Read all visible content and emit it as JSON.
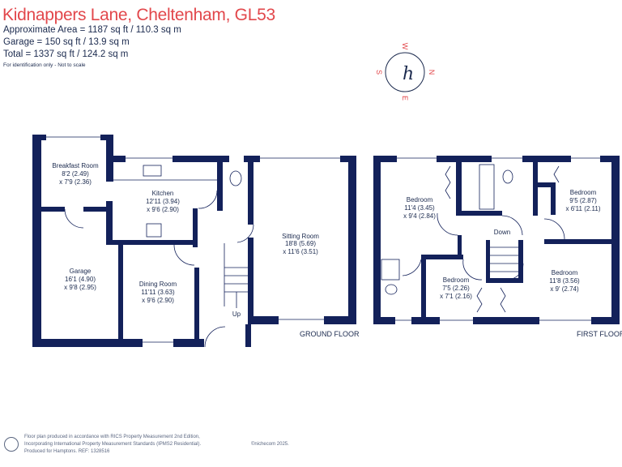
{
  "header": {
    "title": "Kidnappers Lane, Cheltenham, GL53",
    "approx_area": "Approximate Area = 1187  sq ft / 110.3  sq m",
    "garage_area": "Garage = 150 sq ft / 13.9  sq m",
    "total_area": "Total = 1337 sq ft / 124.2 sq m",
    "note": "For identification only - Not to scale"
  },
  "compass": {
    "n": "N",
    "s": "S",
    "e": "E",
    "w": "W",
    "logo": "h"
  },
  "ground_floor": {
    "label": "GROUND FLOOR",
    "rooms": [
      {
        "name": "Breakfast Room",
        "dim1": "8'2 (2.49)",
        "dim2": "x 7'9 (2.36)"
      },
      {
        "name": "Kitchen",
        "dim1": "12'11 (3.94)",
        "dim2": "x 9'6 (2.90)"
      },
      {
        "name": "Sitting Room",
        "dim1": "18'8 (5.69)",
        "dim2": "x 11'6 (3.51)"
      },
      {
        "name": "Garage",
        "dim1": "16'1 (4.90)",
        "dim2": "x 9'8 (2.95)"
      },
      {
        "name": "Dining Room",
        "dim1": "11'11 (3.63)",
        "dim2": "x 9'6 (2.90)"
      }
    ],
    "stairs_label": "Up"
  },
  "first_floor": {
    "label": "FIRST FLOOR",
    "rooms": [
      {
        "name": "Bedroom",
        "dim1": "11'4 (3.45)",
        "dim2": "x 9'4 (2.84)"
      },
      {
        "name": "Bedroom",
        "dim1": "9'5 (2.87)",
        "dim2": "x 6'11 (2.11)"
      },
      {
        "name": "Bedroom",
        "dim1": "7'5 (2.26)",
        "dim2": "x 7'1 (2.16)"
      },
      {
        "name": "Bedroom",
        "dim1": "11'8 (3.56)",
        "dim2": "x 9' (2.74)"
      }
    ],
    "stairs_label": "Down"
  },
  "footer": {
    "line1": "Floor plan produced in accordance with RICS Property Measurement 2nd Edition,",
    "line2": "Incorporating International Property Measurement Standards (IPMS2 Residential).",
    "line3": "Produced for Hamptons.   REF:  1328516",
    "copyright": "©nichecom 2025."
  },
  "colors": {
    "wall": "#13215a",
    "title": "#e2474b",
    "compass": "#e2474b"
  }
}
